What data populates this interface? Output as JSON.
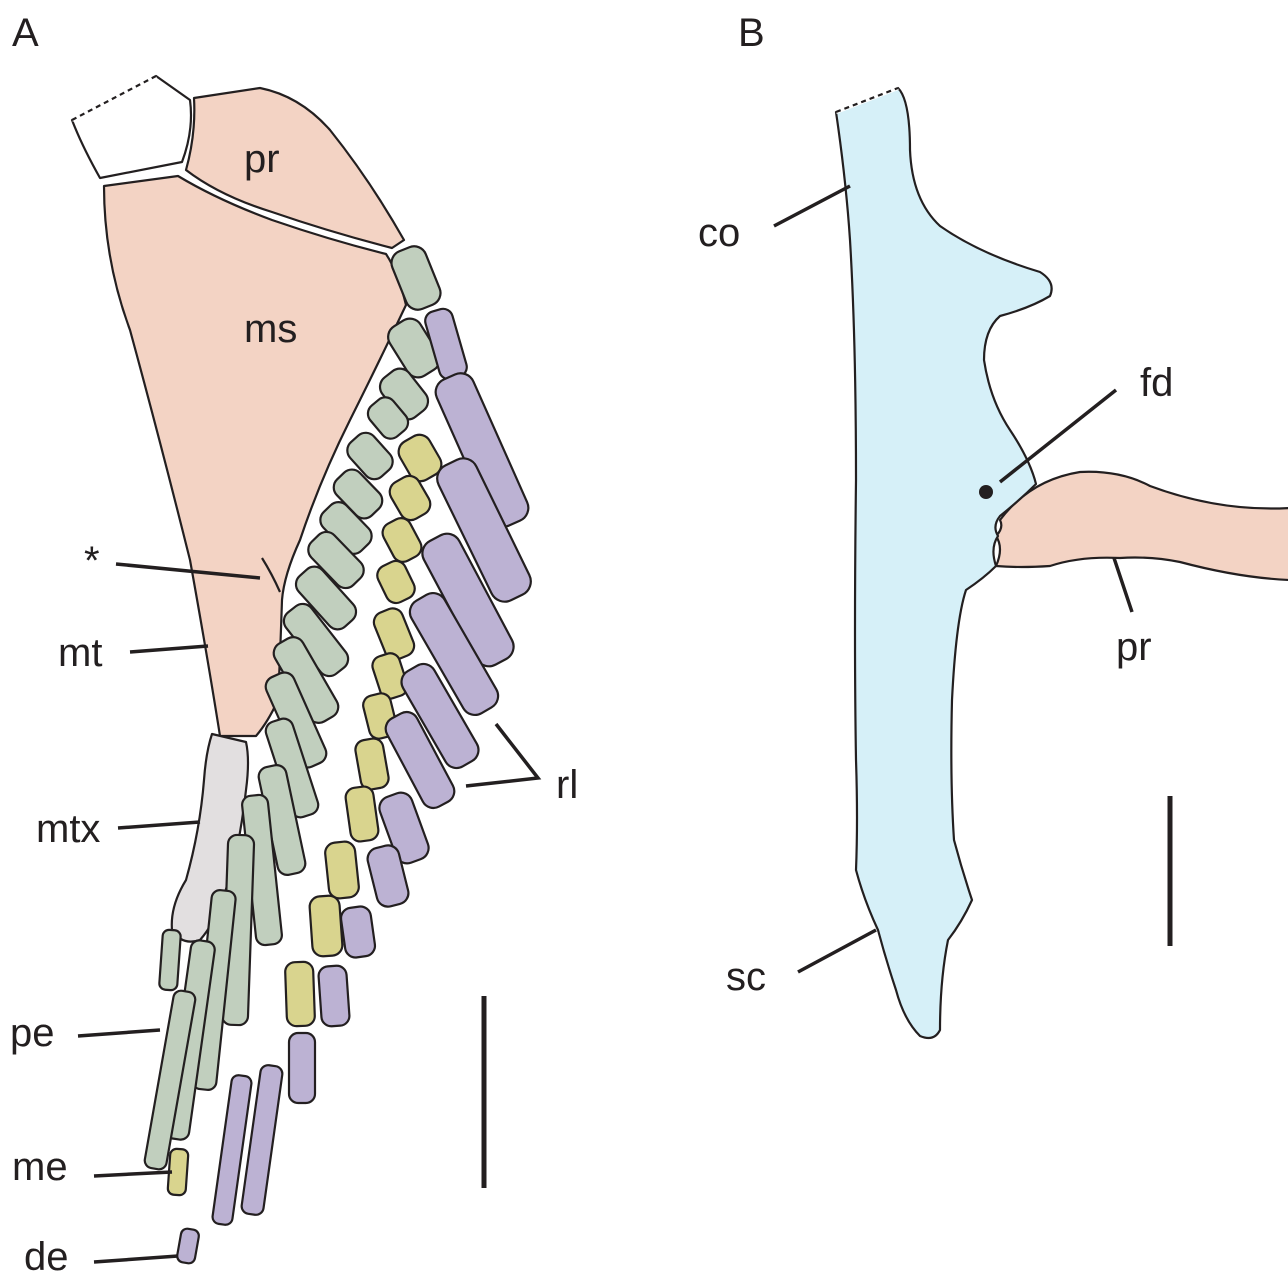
{
  "panels": {
    "a": "A",
    "b": "B"
  },
  "labels_a": {
    "pr": "pr",
    "ms": "ms",
    "asterisk": "*",
    "mt": "mt",
    "mtx": "mtx",
    "pe": "pe",
    "me": "me",
    "de": "de",
    "rl": "rl"
  },
  "labels_b": {
    "co": "co",
    "fd": "fd",
    "pr": "pr",
    "sc": "sc"
  },
  "colors": {
    "propterygium": "#f3d3c4",
    "mesopterygium": "#f3d3c4",
    "metapterygium": "#f3d3c4",
    "metapterygial_axis": "#e2dfe0",
    "proximal_radials": "#c1cfbe",
    "middle_radials": "#d9d48e",
    "distal_radials": "#bcb2d3",
    "coracoid": "#d6f0f8",
    "outline": "#231f20"
  }
}
